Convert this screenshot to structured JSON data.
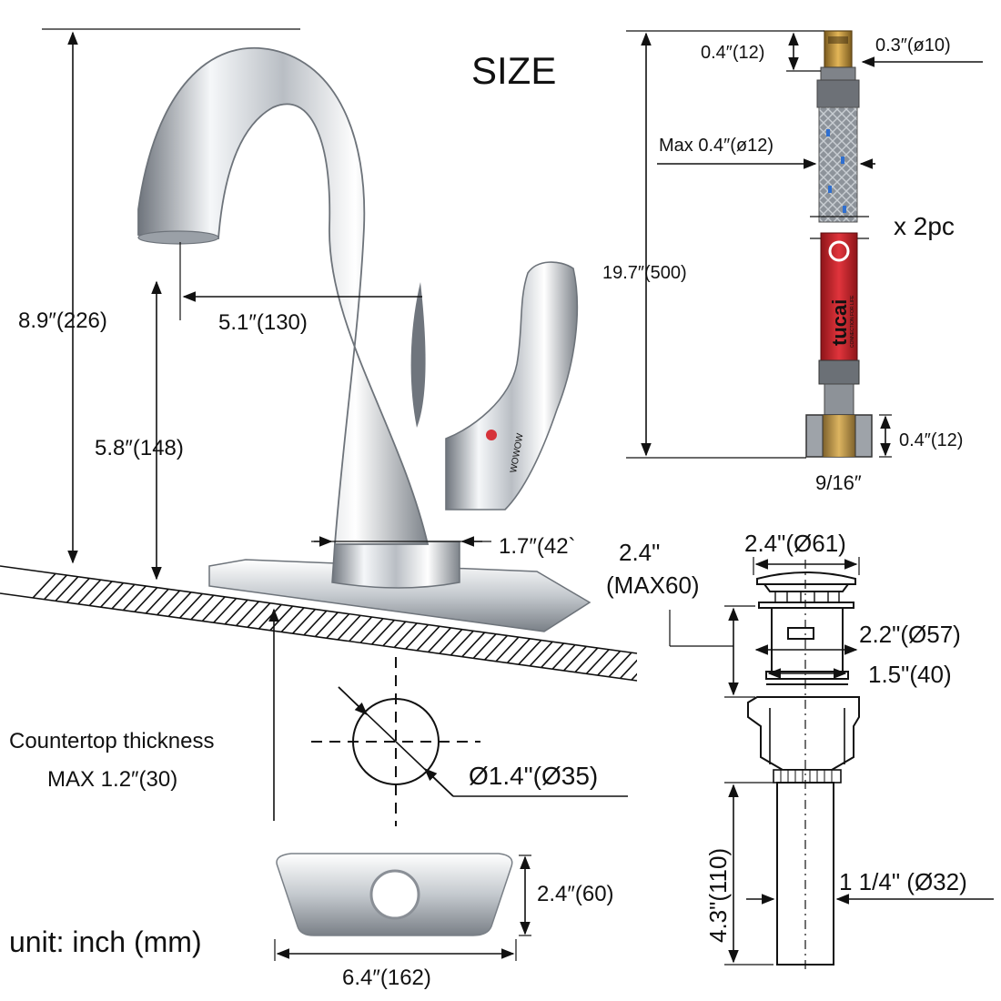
{
  "title": "SIZE",
  "unit_note": "unit: inch (mm)",
  "faucet": {
    "total_height": "8.9″(226)",
    "spout_reach": "5.1″(130)",
    "spout_height": "5.8″(148)",
    "base_width": "1.7″(42`",
    "brand_mark": "WOWOW"
  },
  "countertop": {
    "label_line1": "Countertop thickness",
    "label_line2": "MAX 1.2″(30)"
  },
  "mount_hole": {
    "diameter": "Ø1.4\"(Ø35)"
  },
  "deck_plate": {
    "height": "2.4″(60)",
    "width": "6.4″(162)"
  },
  "hose": {
    "top_fitting_height": "0.4″(12)",
    "top_fitting_diameter": "0.3″(ø10)",
    "hose_diameter": "Max 0.4″(ø12)",
    "quantity": "x 2pc",
    "length": "19.7″(500)",
    "nut_height": "0.4″(12)",
    "nut_thread": "9/16″",
    "brand": "tucai",
    "brand_tagline": "CONNECTION FOR LIFE"
  },
  "drain": {
    "cap_diameter": "2.4\"(Ø61)",
    "max_height_line1": "2.4\"",
    "max_height_line2": "(MAX60)",
    "flange_diameter": "2.2\"(Ø57)",
    "body_diameter": "1.5\"(40)",
    "tail_length": "4.3\"(110)",
    "tail_diameter": "1 1/4\" (Ø32)"
  },
  "colors": {
    "chrome_dark": "#8a8f96",
    "chrome_light": "#f4f6f8",
    "hose_red": "#c8232b",
    "brass": "#c89a3c",
    "braid": "#9aa0a6",
    "hatch": "#111111"
  }
}
